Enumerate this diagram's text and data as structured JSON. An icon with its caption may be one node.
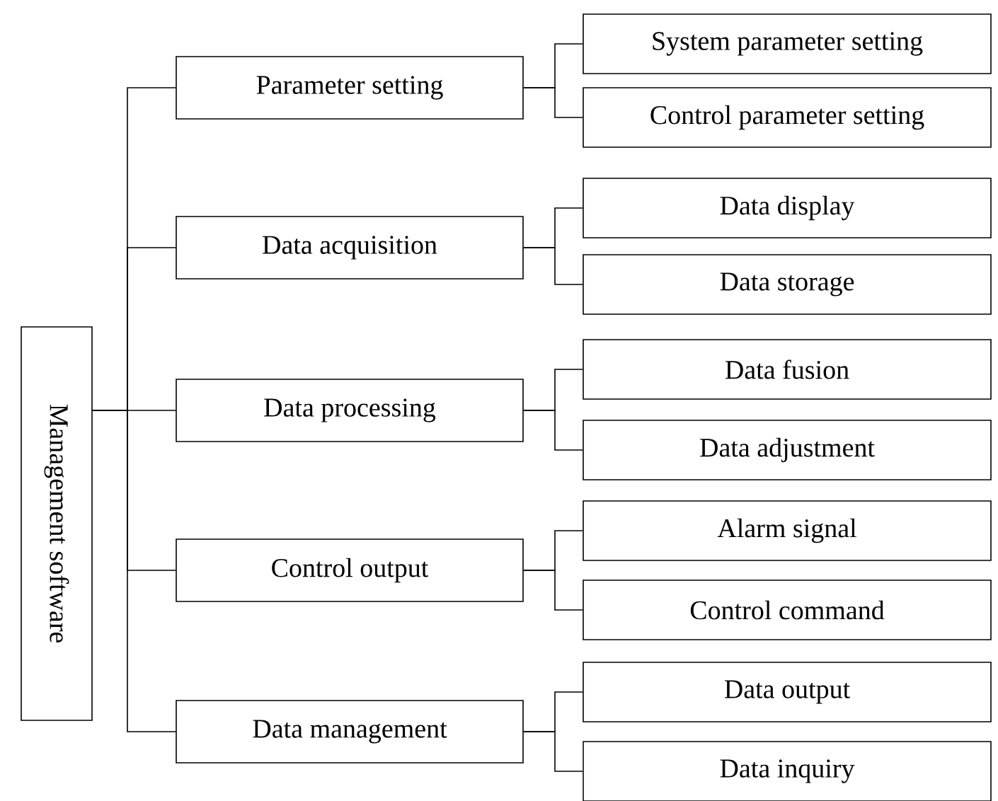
{
  "diagram": {
    "nodes": [
      {
        "text": [
          "Management software"
        ]
      },
      {
        "text": [
          "Parameter setting"
        ]
      },
      {
        "text": [
          "System parameter setting"
        ]
      },
      {
        "text": [
          "Control parameter setting"
        ]
      },
      {
        "text": [
          "Data acquisition"
        ]
      },
      {
        "text": [
          "Data display"
        ]
      },
      {
        "text": [
          "Data storage"
        ]
      },
      {
        "text": [
          "Data processing"
        ]
      },
      {
        "text": [
          "Data fusion"
        ]
      },
      {
        "text": [
          "Data adjustment"
        ]
      },
      {
        "text": [
          "Control output"
        ]
      },
      {
        "text": [
          "Alarm signal"
        ]
      },
      {
        "text": [
          "Control command"
        ]
      },
      {
        "text": [
          "Data management"
        ]
      },
      {
        "text": [
          "Data output"
        ]
      },
      {
        "text": [
          "Data inquiry"
        ]
      }
    ],
    "edges": [
      {
        "from": 0,
        "to": 1,
        "arrow": "none"
      },
      {
        "from": 0,
        "to": 4,
        "arrow": "none"
      },
      {
        "from": 0,
        "to": 7,
        "arrow": "none"
      },
      {
        "from": 0,
        "to": 10,
        "arrow": "none"
      },
      {
        "from": 0,
        "to": 13,
        "arrow": "none"
      },
      {
        "from": 1,
        "to": 2,
        "arrow": "none"
      },
      {
        "from": 1,
        "to": 3,
        "arrow": "none"
      },
      {
        "from": 4,
        "to": 5,
        "arrow": "none"
      },
      {
        "from": 4,
        "to": 6,
        "arrow": "none"
      },
      {
        "from": 7,
        "to": 8,
        "arrow": "none"
      },
      {
        "from": 7,
        "to": 9,
        "arrow": "none"
      },
      {
        "from": 10,
        "to": 11,
        "arrow": "none"
      },
      {
        "from": 10,
        "to": 12,
        "arrow": "none"
      },
      {
        "from": 13,
        "to": 14,
        "arrow": "none"
      },
      {
        "from": 13,
        "to": 15,
        "arrow": "none"
      }
    ]
  }
}
